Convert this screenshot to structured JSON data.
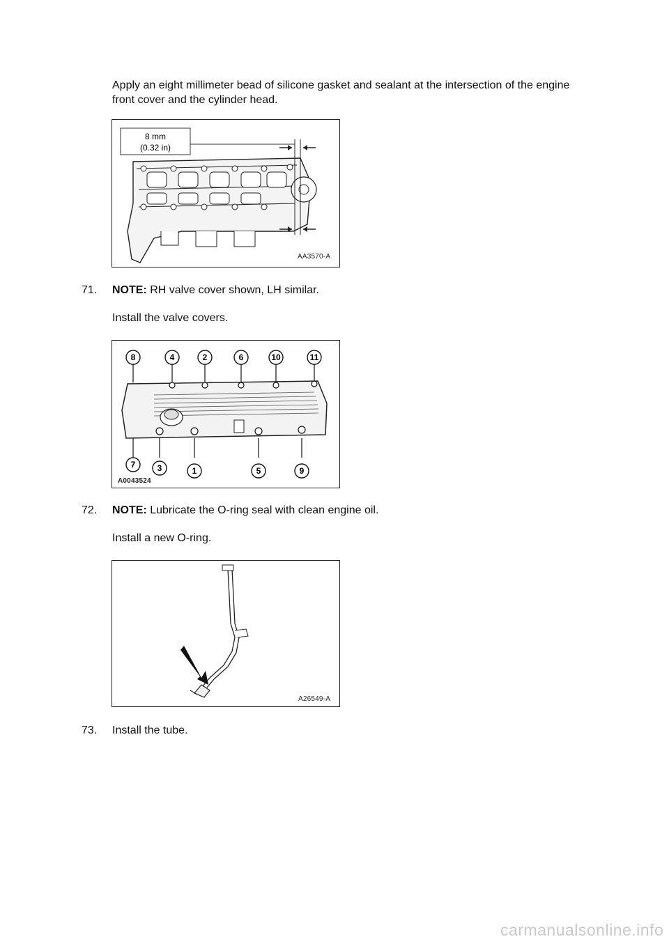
{
  "intro": {
    "line1": "Apply an eight millimeter bead of silicone gasket and sealant at the intersection of the engine",
    "line2": "front cover and the cylinder head."
  },
  "figure1": {
    "id_label": "AA3570-A",
    "dim_mm": "8 mm",
    "dim_in": "(0.32 in)"
  },
  "step71": {
    "number": "71.",
    "note_label": "NOTE:",
    "note_text": " RH valve cover shown, LH similar.",
    "instruction": "Install the valve covers."
  },
  "figure2": {
    "id_label": "A0043524",
    "top_callouts": [
      "8",
      "4",
      "2",
      "6",
      "10",
      "11"
    ],
    "bottom_callouts": [
      "7",
      "3",
      "1",
      "5",
      "9"
    ]
  },
  "step72": {
    "number": "72.",
    "note_label": "NOTE:",
    "note_text": " Lubricate the O-ring seal with clean engine oil.",
    "instruction": "Install a new O-ring."
  },
  "figure3": {
    "id_label": "A26549-A"
  },
  "step73": {
    "number": "73.",
    "instruction": "Install the tube."
  },
  "watermark": "carmanualsonline.info"
}
